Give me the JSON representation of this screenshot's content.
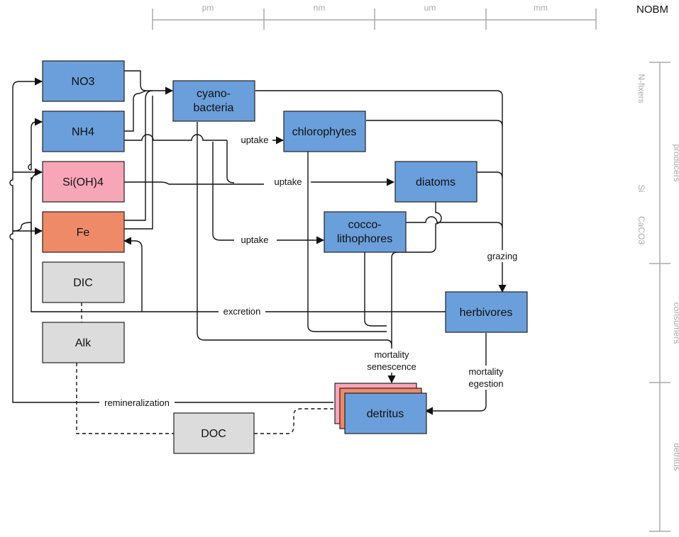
{
  "title": "NOBM",
  "colors": {
    "blue": "#6a9fdb",
    "pink": "#f7a6b8",
    "orange": "#ef8a68",
    "gray": "#dcdcdc",
    "scale": "#aaaaaa"
  },
  "size_scale": [
    "pm",
    "nm",
    "um",
    "mm"
  ],
  "groups": {
    "producers": "producers",
    "consumers": "consumers",
    "detritus": "detritus"
  },
  "subgroups": {
    "nfixers": "N-fixers",
    "si": "Si",
    "caco3": "CaCO3"
  },
  "nodes": {
    "no3": "NO3",
    "nh4": "NH4",
    "sioh4": "Si(OH)4",
    "fe": "Fe",
    "dic": "DIC",
    "alk": "Alk",
    "cyanobacteria": [
      "cyano-",
      "bacteria"
    ],
    "chlorophytes": "chlorophytes",
    "diatoms": "diatoms",
    "coccolithophores": [
      "cocco-",
      "lithophores"
    ],
    "herbivores": "herbivores",
    "detritus": "detritus",
    "doc": "DOC"
  },
  "edge_labels": {
    "uptake_1": "uptake",
    "uptake_2": "uptake",
    "uptake_3": "uptake",
    "grazing": "grazing",
    "excretion": "excretion",
    "mortality_senescence": [
      "mortality",
      "senescence"
    ],
    "mortality_egestion": [
      "mortality",
      "egestion"
    ],
    "remineralization": "remineralization"
  }
}
